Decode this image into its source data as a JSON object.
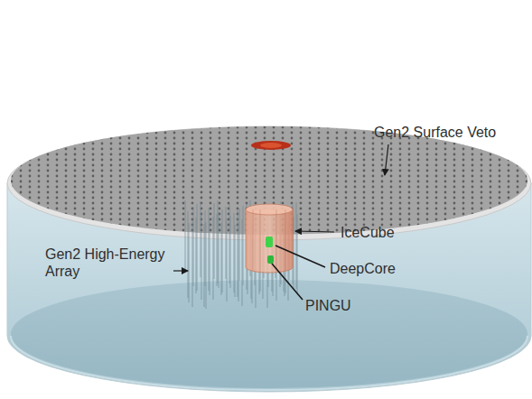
{
  "diagram": {
    "labels": [
      "Gen2 Surface Veto",
      "IceCube",
      "DeepCore",
      "PINGU",
      "Gen2 High-Energy Array"
    ]
  }
}
